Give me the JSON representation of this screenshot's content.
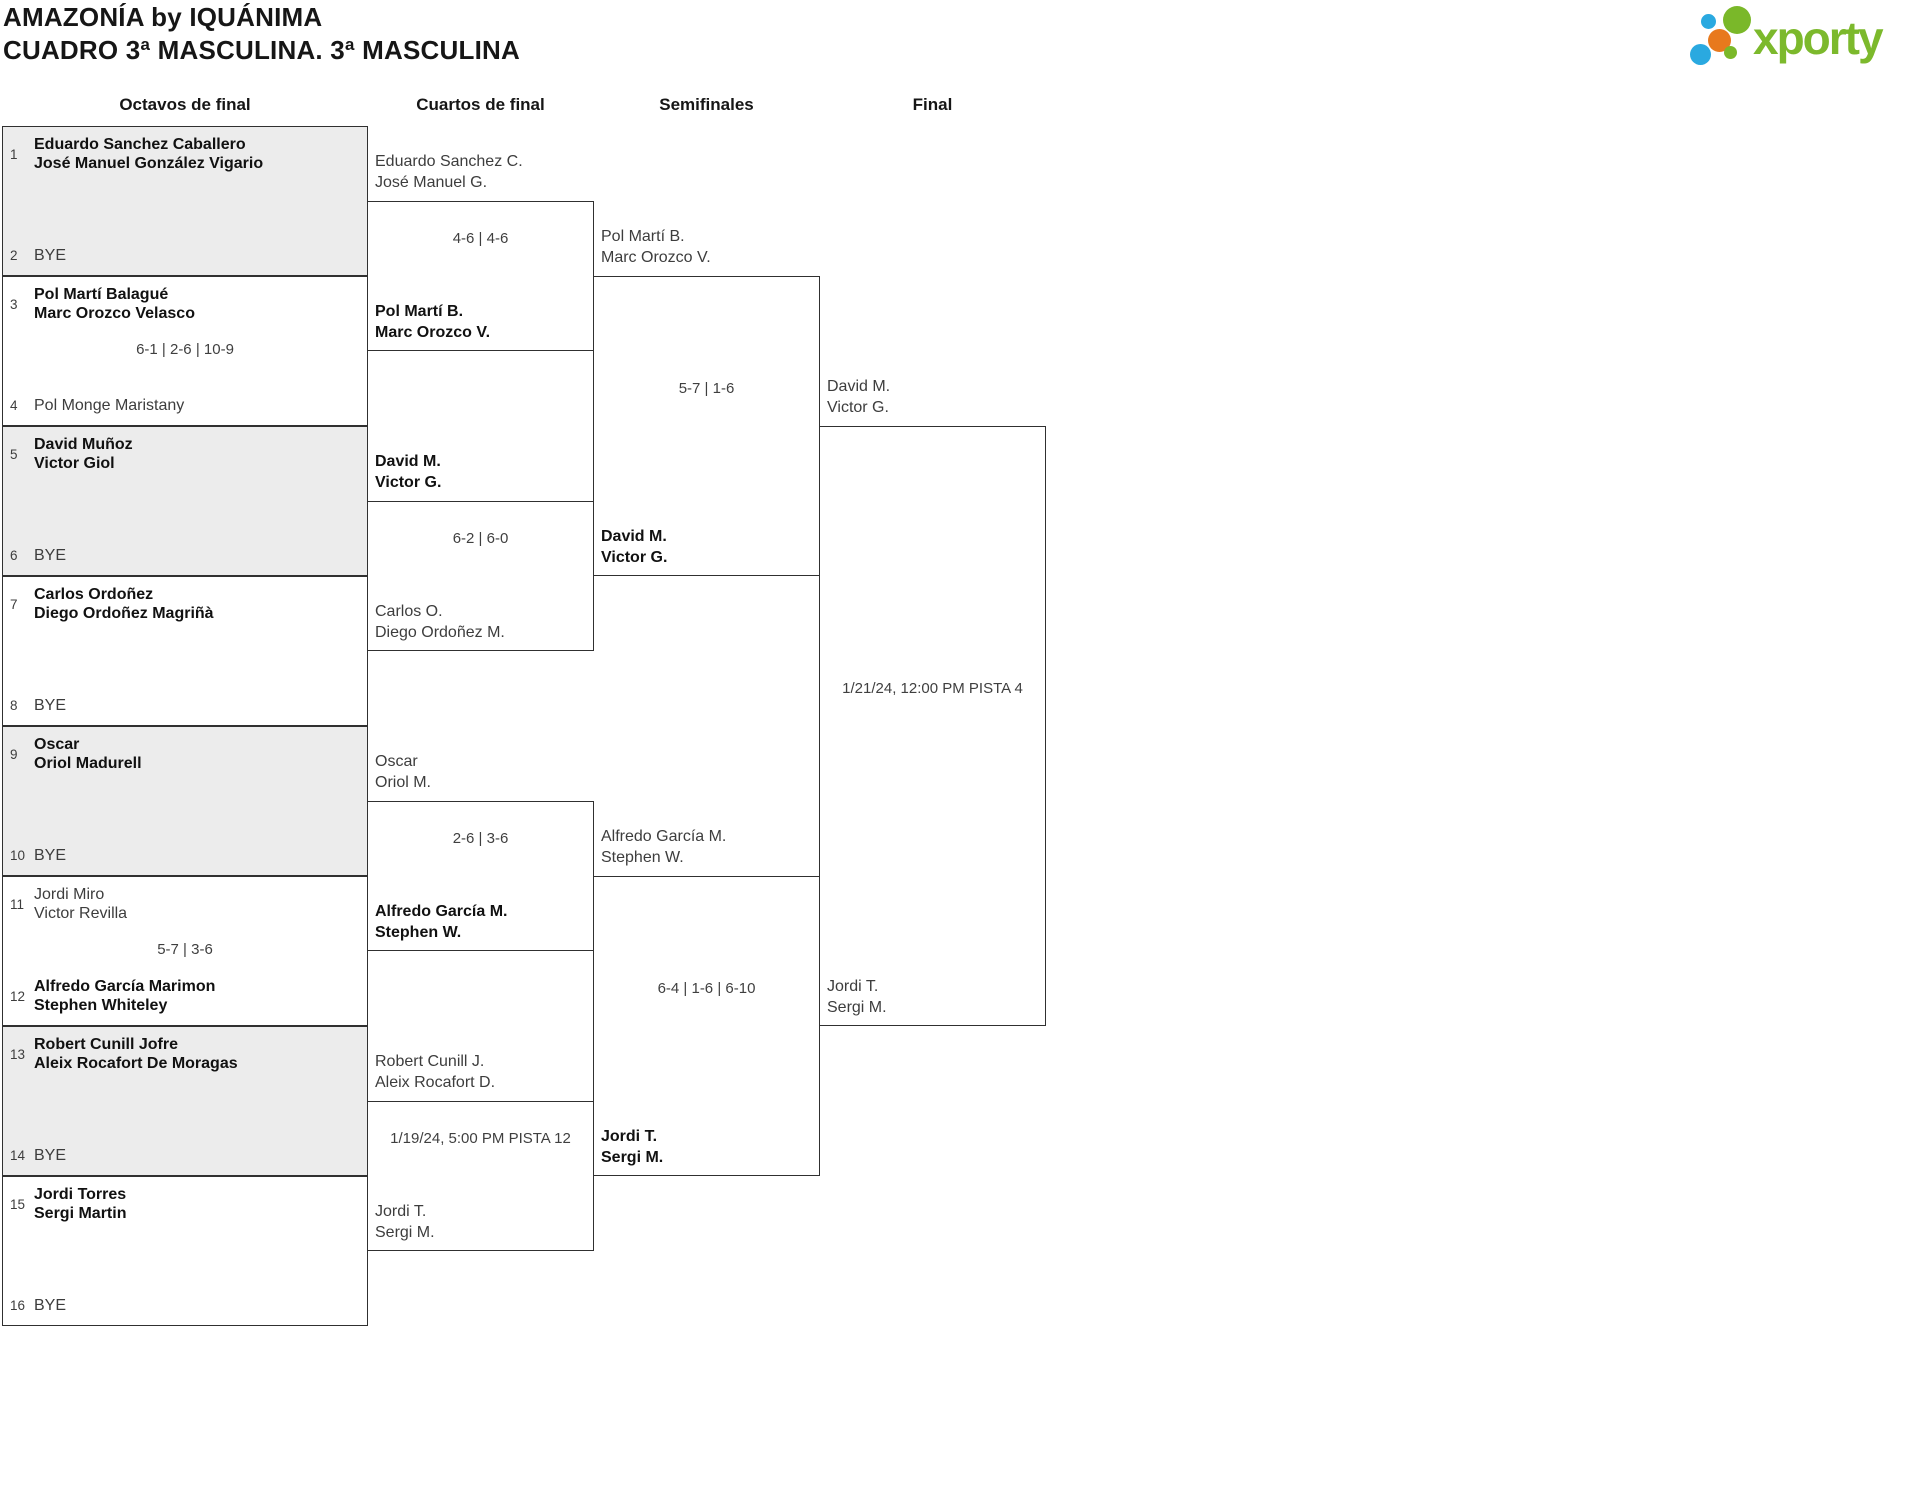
{
  "title": {
    "line1": "AMAZONÍA by IQUÁNIMA",
    "line2": "CUADRO 3ª MASCULINA. 3ª MASCULINA"
  },
  "logo": {
    "text": "xporty",
    "green": "#7ab829",
    "blue": "#2aa9e0",
    "orange": "#e8791d",
    "wordmark_color": "#7cb92c"
  },
  "rounds": [
    "Octavos de final",
    "Cuartos de final",
    "Semifinales",
    "Final"
  ],
  "octavos": [
    {
      "seed_top": "1",
      "team_top": [
        "Eduardo Sanchez Caballero",
        "José Manuel González Vigario"
      ],
      "top_winner": true,
      "score": "",
      "seed_bottom": "2",
      "team_bottom": [
        "BYE"
      ],
      "bottom_winner": false
    },
    {
      "seed_top": "3",
      "team_top": [
        "Pol Martí Balagué",
        "Marc Orozco Velasco"
      ],
      "top_winner": true,
      "score": "6-1 | 2-6 | 10-9",
      "seed_bottom": "4",
      "team_bottom": [
        "Pol Monge Maristany"
      ],
      "bottom_winner": false
    },
    {
      "seed_top": "5",
      "team_top": [
        "David Muñoz",
        "Victor Giol"
      ],
      "top_winner": true,
      "score": "",
      "seed_bottom": "6",
      "team_bottom": [
        "BYE"
      ],
      "bottom_winner": false
    },
    {
      "seed_top": "7",
      "team_top": [
        "Carlos Ordoñez",
        "Diego Ordoñez Magriñà"
      ],
      "top_winner": true,
      "score": "",
      "seed_bottom": "8",
      "team_bottom": [
        "BYE"
      ],
      "bottom_winner": false
    },
    {
      "seed_top": "9",
      "team_top": [
        "Oscar",
        "Oriol Madurell"
      ],
      "top_winner": true,
      "score": "",
      "seed_bottom": "10",
      "team_bottom": [
        "BYE"
      ],
      "bottom_winner": false
    },
    {
      "seed_top": "11",
      "team_top": [
        "Jordi Miro",
        "Victor Revilla"
      ],
      "top_winner": false,
      "score": "5-7 | 3-6",
      "seed_bottom": "12",
      "team_bottom": [
        "Alfredo García Marimon",
        "Stephen Whiteley"
      ],
      "bottom_winner": true
    },
    {
      "seed_top": "13",
      "team_top": [
        "Robert Cunill Jofre",
        "Aleix Rocafort De Moragas"
      ],
      "top_winner": true,
      "score": "",
      "seed_bottom": "14",
      "team_bottom": [
        "BYE"
      ],
      "bottom_winner": false
    },
    {
      "seed_top": "15",
      "team_top": [
        "Jordi Torres",
        "Sergi Martin"
      ],
      "top_winner": true,
      "score": "",
      "seed_bottom": "16",
      "team_bottom": [
        "BYE"
      ],
      "bottom_winner": false
    }
  ],
  "cuartos": [
    {
      "team_top": [
        "Eduardo Sanchez C.",
        "José Manuel G."
      ],
      "top_winner": false,
      "score": "4-6 | 4-6",
      "team_bottom": [
        "Pol Martí B.",
        "Marc Orozco V."
      ],
      "bottom_winner": true
    },
    {
      "team_top": [
        "David M.",
        "Victor G."
      ],
      "top_winner": true,
      "score": "6-2 | 6-0",
      "team_bottom": [
        "Carlos O.",
        "Diego Ordoñez M."
      ],
      "bottom_winner": false
    },
    {
      "team_top": [
        "Oscar",
        "Oriol M."
      ],
      "top_winner": false,
      "score": "2-6 | 3-6",
      "team_bottom": [
        "Alfredo García M.",
        "Stephen W."
      ],
      "bottom_winner": true
    },
    {
      "team_top": [
        "Robert Cunill J.",
        "Aleix Rocafort D."
      ],
      "top_winner": false,
      "score": "1/19/24, 5:00 PM PISTA 12",
      "team_bottom": [
        "Jordi T.",
        "Sergi M."
      ],
      "bottom_winner": false
    }
  ],
  "semifinales": [
    {
      "team_top": [
        "Pol Martí B.",
        "Marc Orozco V."
      ],
      "top_winner": false,
      "score": "5-7 | 1-6",
      "team_bottom": [
        "David M.",
        "Victor G."
      ],
      "bottom_winner": true
    },
    {
      "team_top": [
        "Alfredo García M.",
        "Stephen W."
      ],
      "top_winner": false,
      "score": "6-4 | 1-6 | 6-10",
      "team_bottom": [
        "Jordi T.",
        "Sergi M."
      ],
      "bottom_winner": true
    }
  ],
  "final": {
    "team_top": [
      "David M.",
      "Victor G."
    ],
    "top_winner": false,
    "score": "1/21/24, 12:00 PM PISTA 4",
    "team_bottom": [
      "Jordi T.",
      "Sergi M."
    ],
    "bottom_winner": false
  }
}
